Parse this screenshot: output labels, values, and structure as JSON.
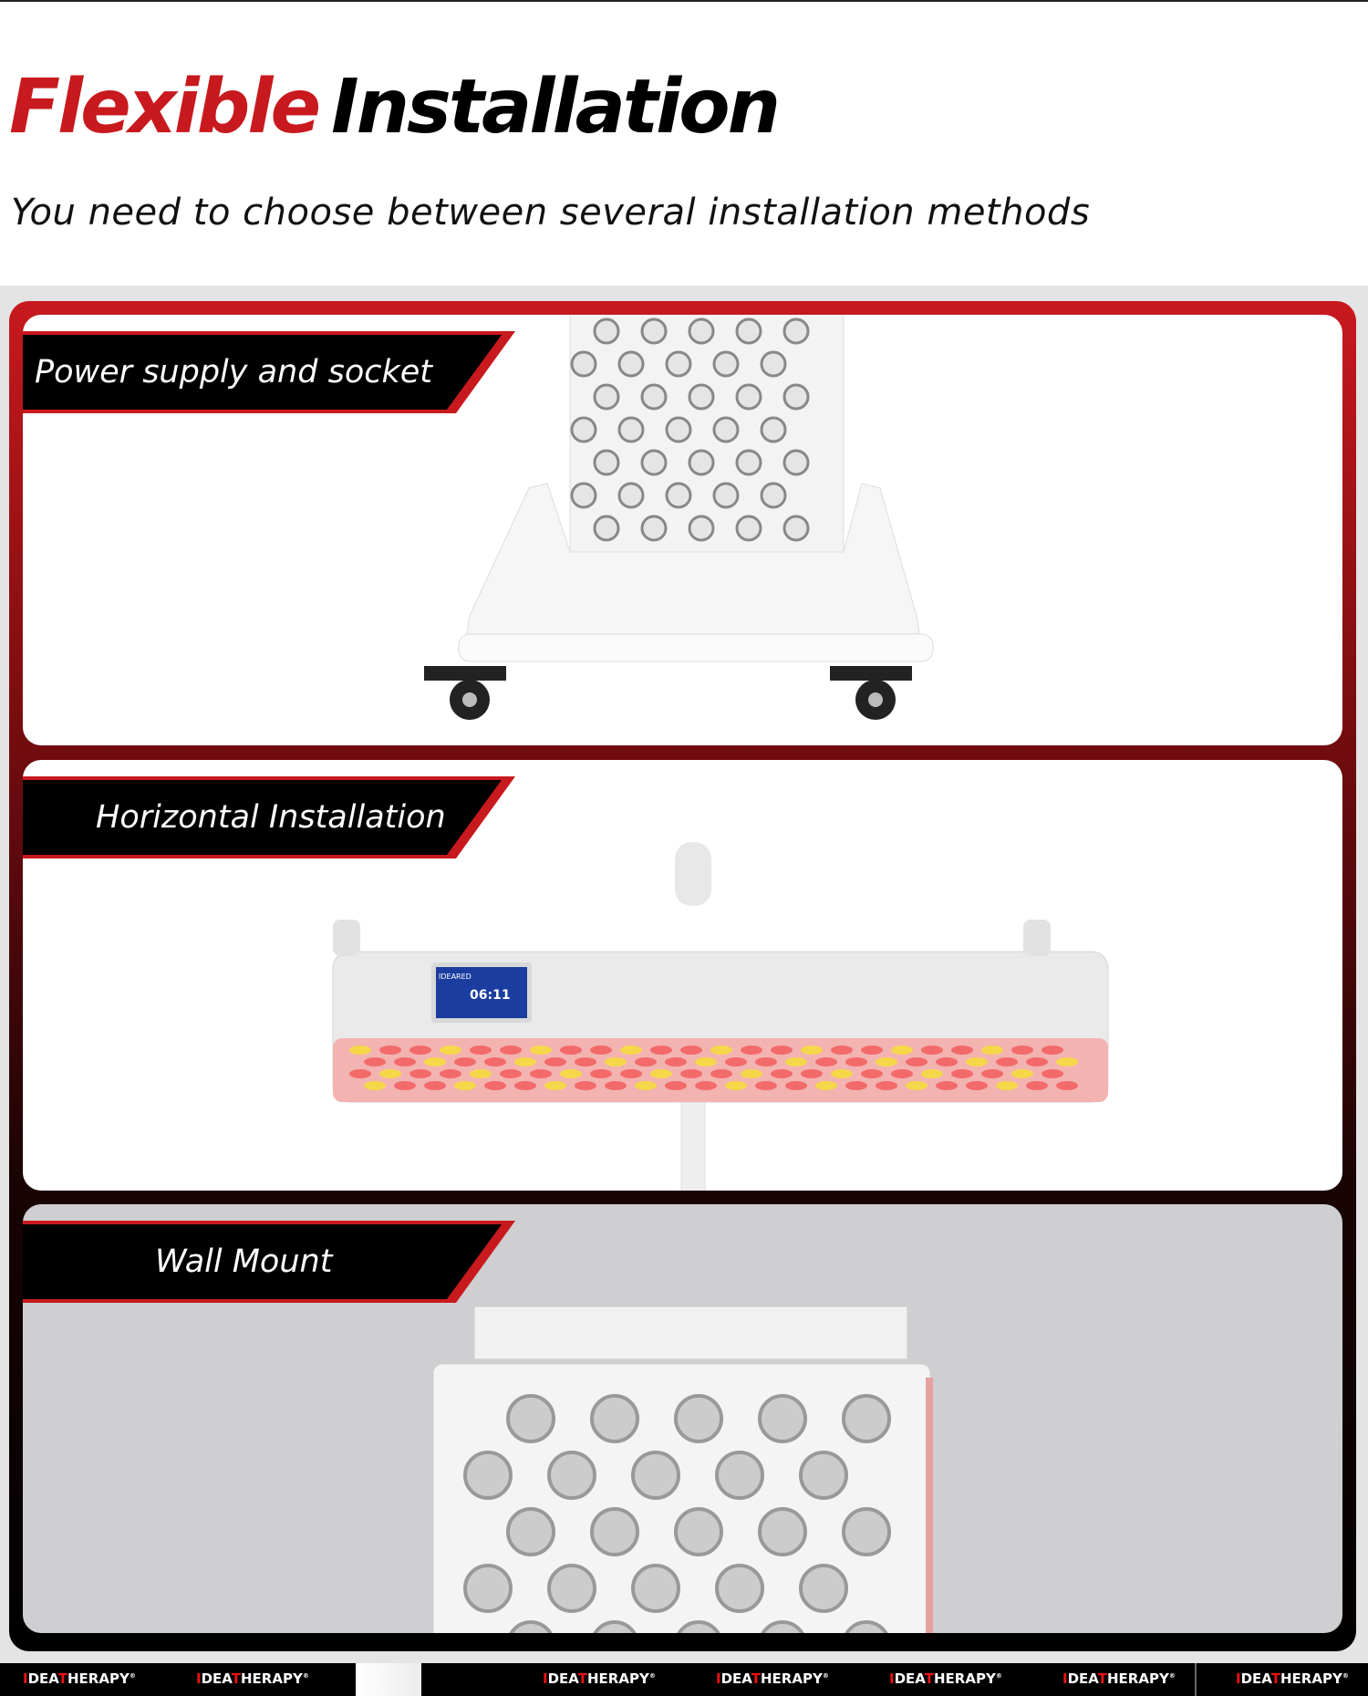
{
  "header": {
    "title_accent": "Flexible",
    "title_main": "Installation",
    "subtitle": "You need to choose between several installation methods"
  },
  "panels": [
    {
      "label": "Power supply and socket"
    },
    {
      "label": "Horizontal Installation"
    },
    {
      "label": "Wall Mount"
    }
  ],
  "device_screen": {
    "time": "06:11",
    "brand": "IDEARED"
  },
  "footer": {
    "brand_prefix": "I",
    "brand_mid": "DEA",
    "brand_accent": "T",
    "brand_rest": "HERAPY",
    "trademark": "®"
  },
  "colors": {
    "accent": "#c8191e",
    "banner": "#000000"
  }
}
